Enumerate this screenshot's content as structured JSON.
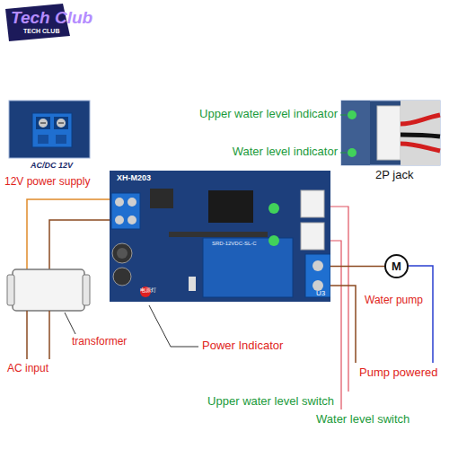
{
  "diagram": {
    "nodes": [
      {
        "text": [
          "XH-M203"
        ]
      },
      {
        "text": [
          "M"
        ]
      }
    ],
    "edges": [
      {
        "from": 0,
        "to": 1,
        "arrow": "none"
      }
    ],
    "labels": [
      "Tech Club",
      "TECH CLUB",
      "AC/DC 12V",
      "Upper water level indicator",
      "Water level indicator",
      "2P jack",
      "12V power supply",
      "U3",
      "SRD-12VDC-SL-C",
      "电源灯",
      "transformer",
      "AC input",
      "Power Indicator",
      "Water pump",
      "Pump powered",
      "Upper water level switch",
      "Water level switch"
    ]
  }
}
